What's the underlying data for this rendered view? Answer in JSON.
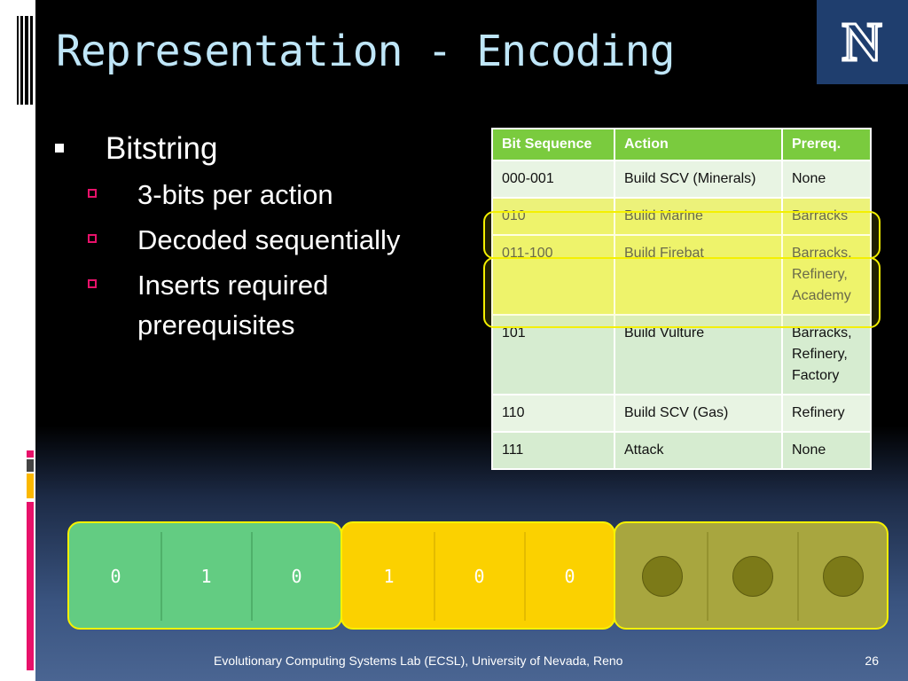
{
  "colors": {
    "title": "#bfe6f8",
    "table_header": "#7acb3e",
    "highlight": "#f4f000",
    "group1": "#63cc82",
    "group2": "#fbd100",
    "group3": "#a8a63f",
    "bullet_marker": "#e8116a"
  },
  "slide": {
    "title": "Representation - Encoding",
    "logo_text": "N",
    "bullets": {
      "main": "Bitstring",
      "sub": [
        "3-bits per action",
        "Decoded sequentially",
        "Inserts required prerequisites"
      ]
    },
    "table": {
      "headers": [
        "Bit Sequence",
        "Action",
        "Prereq."
      ],
      "rows": [
        [
          "000-001",
          "Build SCV (Minerals)",
          "None"
        ],
        [
          "010",
          "Build Marine",
          "Barracks"
        ],
        [
          "011-100",
          "Build Firebat",
          "Barracks, Refinery, Academy"
        ],
        [
          "101",
          "Build Vulture",
          "Barracks, Refinery, Factory"
        ],
        [
          "110",
          "Build SCV (Gas)",
          "Refinery"
        ],
        [
          "111",
          "Attack",
          "None"
        ]
      ],
      "highlighted_rows": [
        1,
        2
      ]
    },
    "bitstring": {
      "groups": [
        {
          "bits": [
            "0",
            "1",
            "0"
          ]
        },
        {
          "bits": [
            "1",
            "0",
            "0"
          ]
        },
        {
          "bits": [
            "",
            "",
            ""
          ],
          "unknown_icon": "circle-placeholder-icon"
        }
      ]
    },
    "footer": "Evolutionary Computing Systems Lab (ECSL), University of Nevada, Reno",
    "page_number": "26"
  }
}
